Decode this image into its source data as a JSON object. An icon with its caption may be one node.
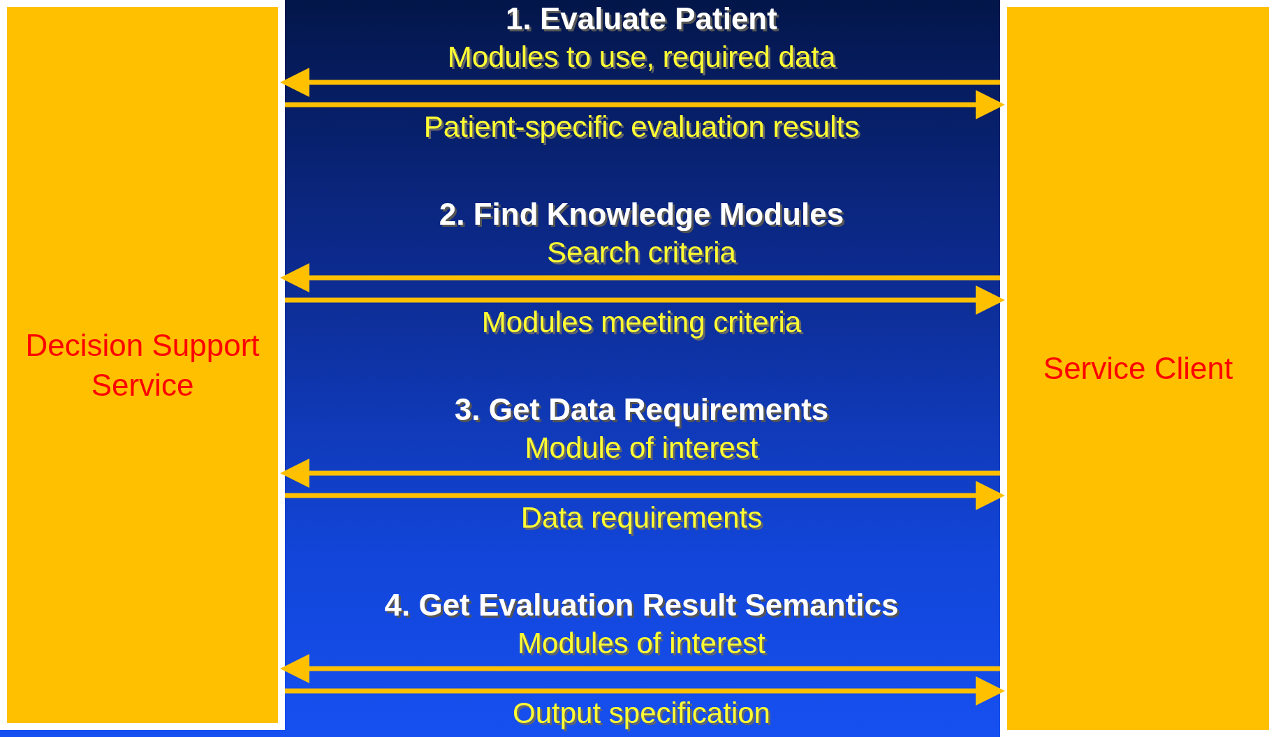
{
  "diagram": {
    "nodes": [
      {
        "text": [
          "Decision Support Service"
        ]
      },
      {
        "text": [
          "Service Client"
        ]
      }
    ],
    "edges": [
      {
        "from": 1,
        "to": 0,
        "arrow": "to",
        "label": "Modules to use, required data"
      },
      {
        "from": 0,
        "to": 1,
        "arrow": "to",
        "label": "Patient-specific evaluation results"
      },
      {
        "from": 1,
        "to": 0,
        "arrow": "to",
        "label": "Search criteria"
      },
      {
        "from": 0,
        "to": 1,
        "arrow": "to",
        "label": "Modules meeting criteria"
      },
      {
        "from": 1,
        "to": 0,
        "arrow": "to",
        "label": "Module of interest"
      },
      {
        "from": 0,
        "to": 1,
        "arrow": "to",
        "label": "Data requirements"
      },
      {
        "from": 1,
        "to": 0,
        "arrow": "to",
        "label": "Modules of interest"
      },
      {
        "from": 0,
        "to": 1,
        "arrow": "to",
        "label": "Output specification"
      }
    ],
    "labels": [
      "1. Evaluate Patient",
      "2. Find Knowledge Modules",
      "3. Get Data Requirements",
      "4. Get Evaluation Result Semantics"
    ]
  }
}
